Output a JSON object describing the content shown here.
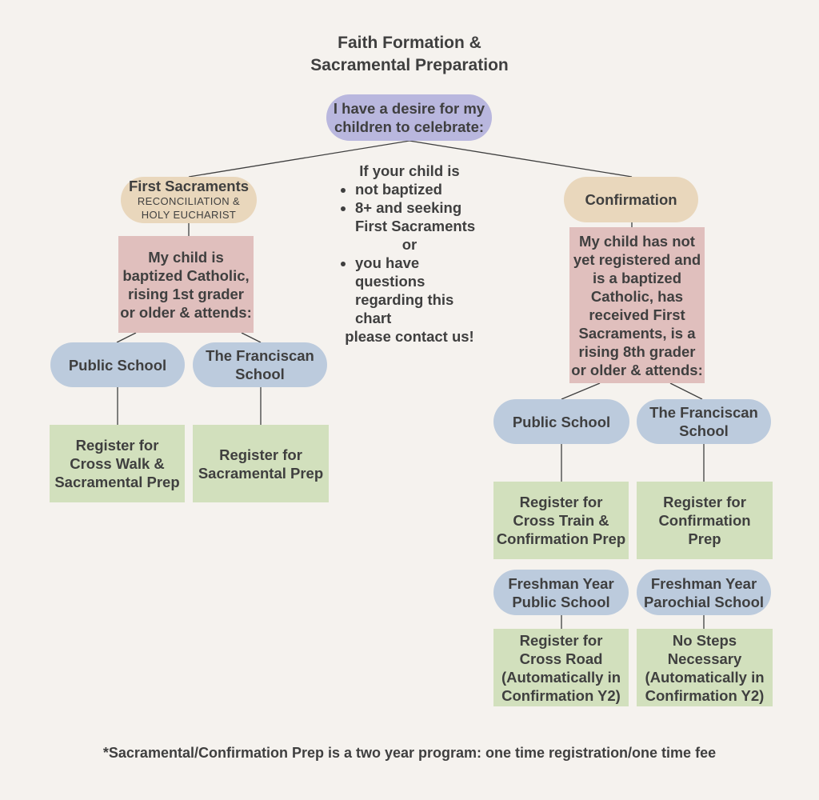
{
  "title": [
    "Faith Formation &",
    "Sacramental Preparation"
  ],
  "root": [
    "I have a desire for my",
    "children to celebrate:"
  ],
  "first_sacraments": {
    "title": "First Sacraments",
    "subtitle": [
      "RECONCILIATION &",
      "HOLY EUCHARIST"
    ],
    "condition": [
      "My child is",
      "baptized Catholic,",
      "rising 1st grader",
      "or older & attends:"
    ],
    "public_school": "Public School",
    "franciscan_school": [
      "The Franciscan",
      "School"
    ],
    "public_register": [
      "Register for",
      "Cross Walk &",
      "Sacramental Prep"
    ],
    "franciscan_register": [
      "Register for",
      "Sacramental Prep"
    ]
  },
  "contact": {
    "intro": "If your child is",
    "items": [
      "not baptized",
      "8+ and seeking First Sacraments"
    ],
    "or": "or",
    "last_item": "you have questions regarding this chart",
    "outro": "please contact us!"
  },
  "confirmation": {
    "title": "Confirmation",
    "condition": [
      "My child has not",
      "yet registered and",
      "is a baptized",
      "Catholic, has",
      "received First",
      "Sacraments, is a",
      "rising 8th grader",
      "or older & attends:"
    ],
    "public_school": "Public School",
    "franciscan_school": [
      "The Franciscan",
      "School"
    ],
    "public_register": [
      "Register for",
      "Cross Train &",
      "Confirmation Prep"
    ],
    "franciscan_register": [
      "Register for",
      "Confirmation",
      "Prep"
    ],
    "freshman_public": [
      "Freshman Year",
      "Public School"
    ],
    "freshman_parochial": [
      "Freshman Year",
      "Parochial School"
    ],
    "freshman_public_register": [
      "Register for",
      "Cross Road",
      "(Automatically in",
      "Confirmation Y2)"
    ],
    "freshman_parochial_register": [
      "No Steps",
      "Necessary",
      "(Automatically in",
      "Confirmation Y2)"
    ]
  },
  "footnote": "*Sacramental/Confirmation Prep is a two year program: one time registration/one time fee",
  "colors": {
    "background": "#f5f2ee",
    "root": "#b9b7de",
    "category": "#e9d7bc",
    "condition": "#e0bfbd",
    "school": "#bccbdd",
    "register": "#d2e0bd",
    "text": "#3f3f3f"
  }
}
